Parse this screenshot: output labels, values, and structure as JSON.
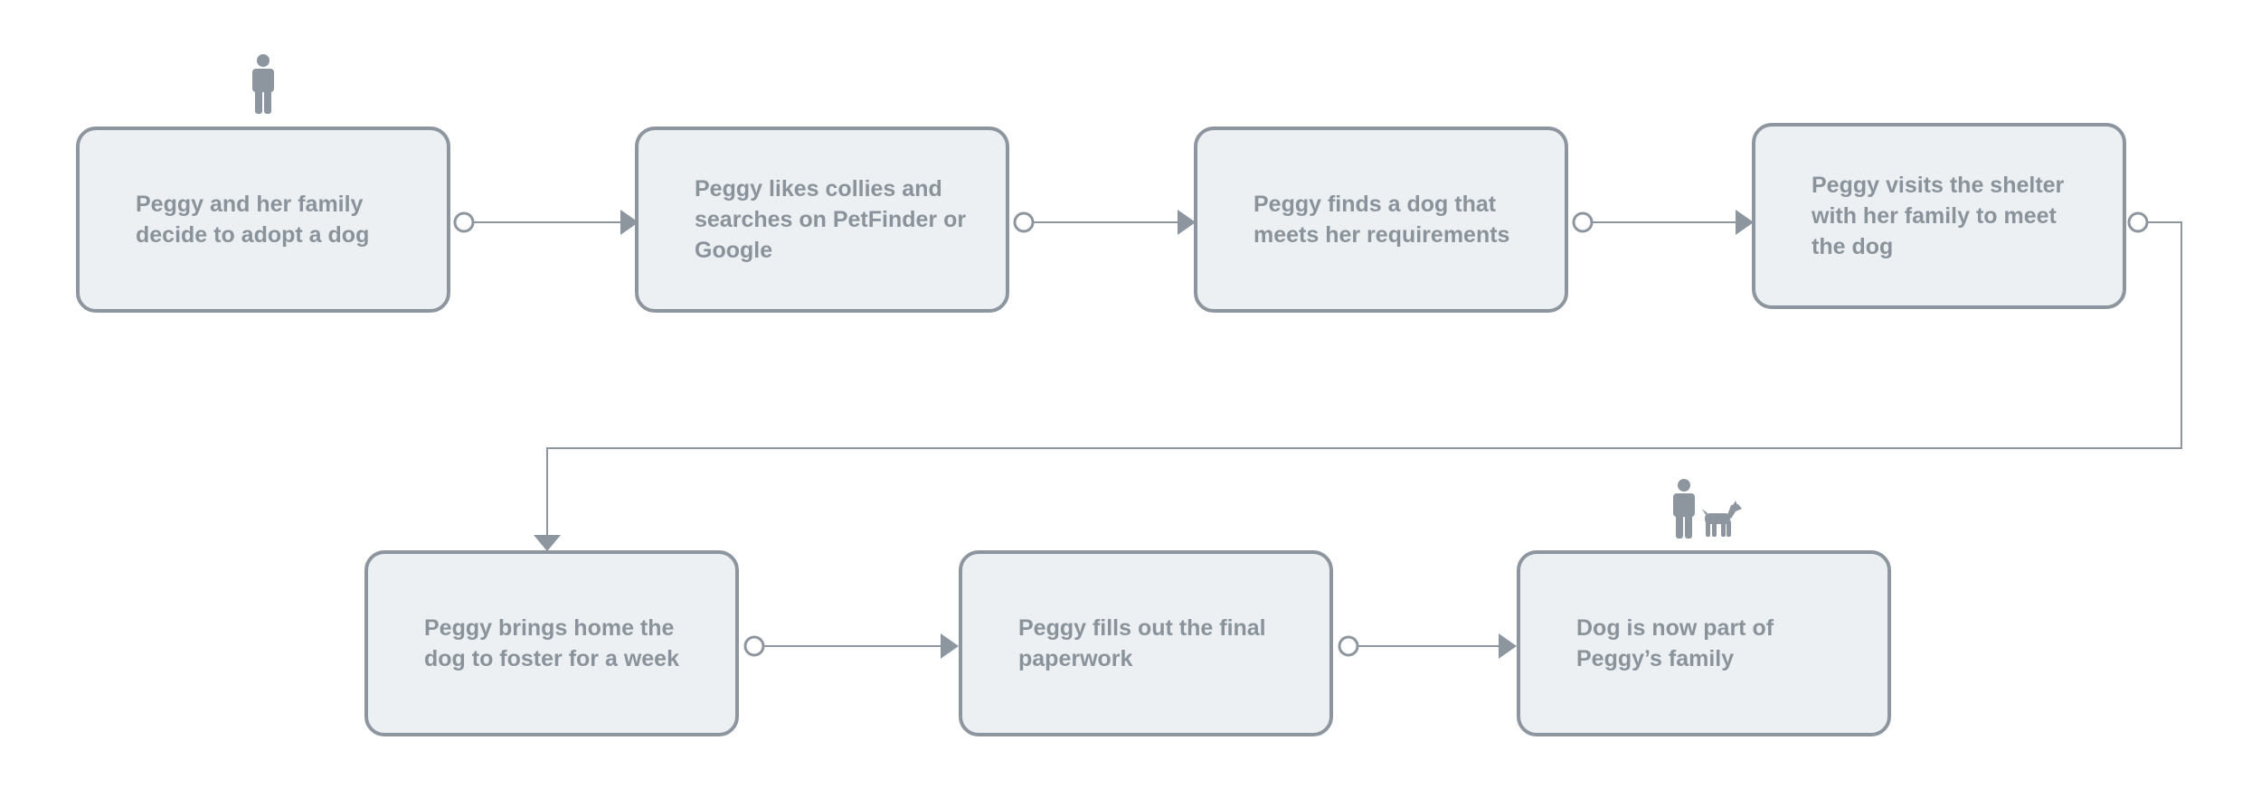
{
  "diagram": {
    "steps": [
      {
        "id": "decide-to-adopt",
        "label": "Peggy and her family decide to adopt a dog"
      },
      {
        "id": "search-online",
        "label": "Peggy likes collies and searches on PetFinder or Google"
      },
      {
        "id": "find-dog",
        "label": "Peggy finds a dog that meets her requirements"
      },
      {
        "id": "visit-shelter",
        "label": "Peggy visits the shelter with her family to meet the dog"
      },
      {
        "id": "foster-week",
        "label": "Peggy brings home the dog to foster for a week"
      },
      {
        "id": "final-paperwork",
        "label": "Peggy fills out the final paperwork"
      },
      {
        "id": "adopted",
        "label": "Dog is now part of Peggy’s family"
      }
    ],
    "connections": [
      [
        "decide-to-adopt",
        "search-online"
      ],
      [
        "search-online",
        "find-dog"
      ],
      [
        "find-dog",
        "visit-shelter"
      ],
      [
        "visit-shelter",
        "foster-week"
      ],
      [
        "foster-week",
        "final-paperwork"
      ],
      [
        "final-paperwork",
        "adopted"
      ]
    ],
    "icons": {
      "start": [
        "person-icon"
      ],
      "end": [
        "person-icon",
        "dog-icon"
      ]
    },
    "colors": {
      "box_fill": "#ecf0f2",
      "box_border": "#8d969f",
      "text": "#8a939c",
      "connector": "#8d969f",
      "icon": "#8d969f"
    }
  }
}
